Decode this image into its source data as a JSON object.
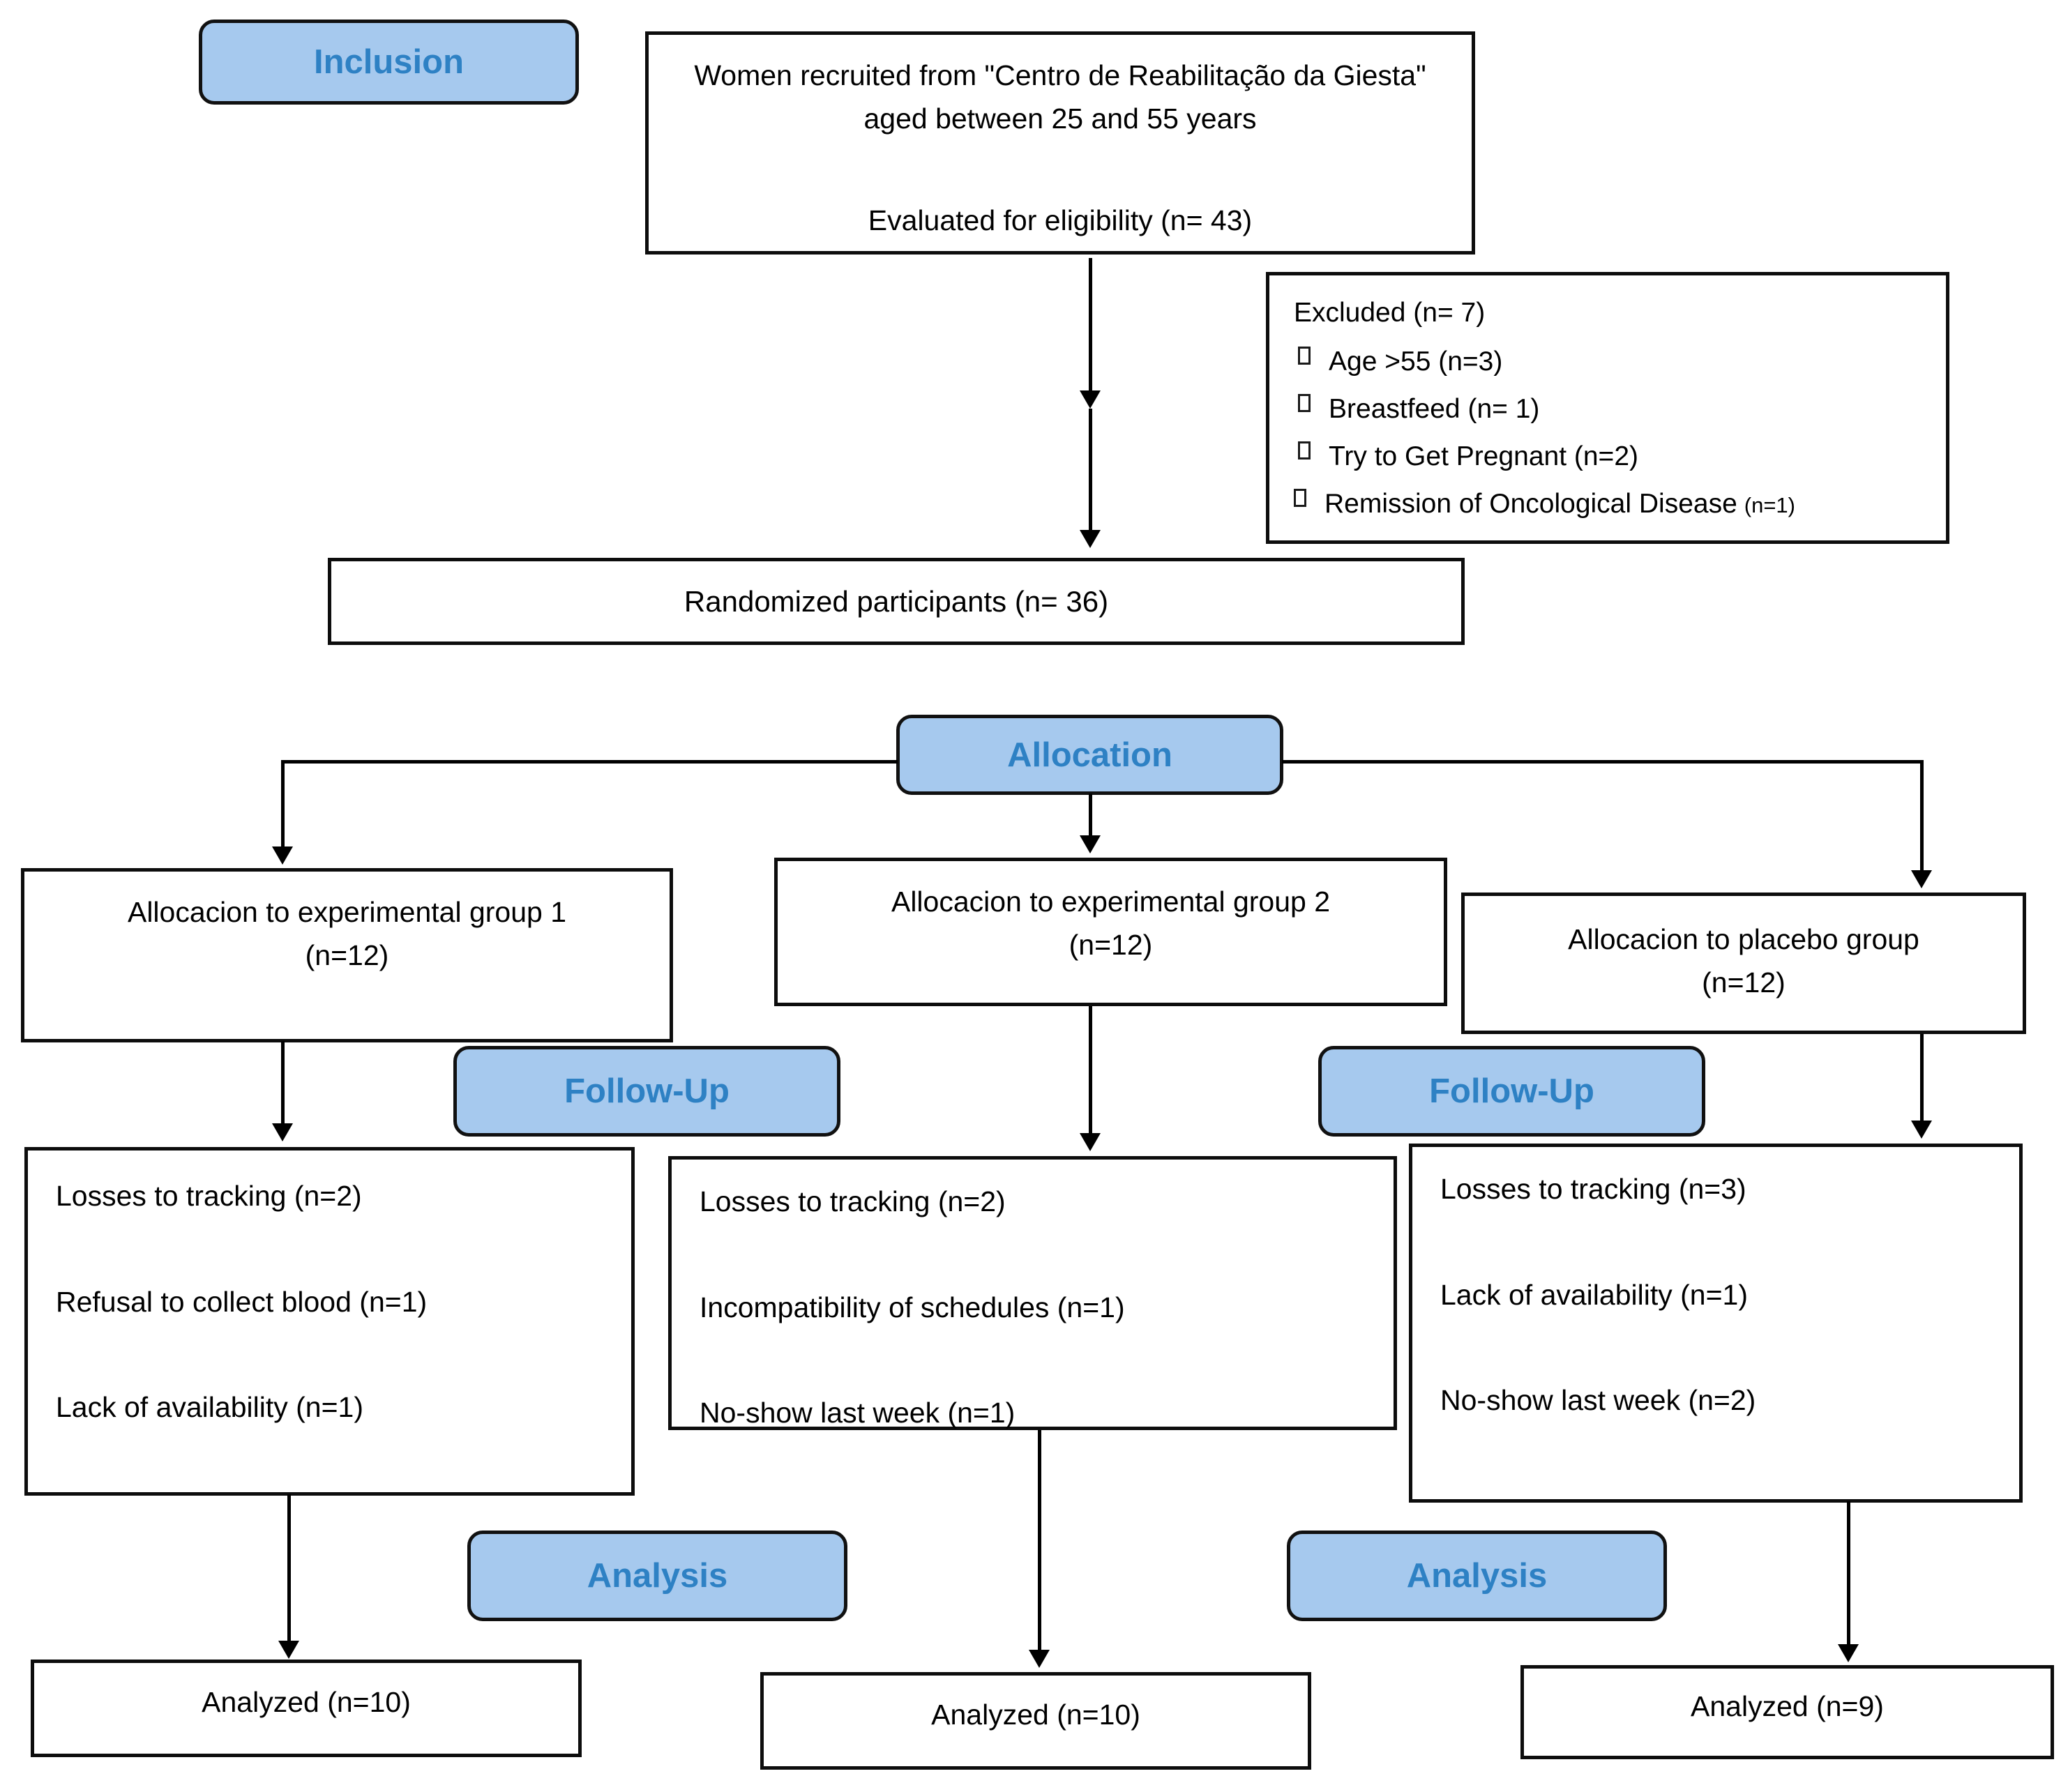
{
  "colors": {
    "stage_button_fill": "#a6c9ee",
    "stage_button_text": "#2e81c4",
    "box_border": "#000000",
    "background": "#ffffff"
  },
  "stage_labels": {
    "inclusion": "Inclusion",
    "allocation": "Allocation",
    "follow_up": "Follow-Up",
    "analysis": "Analysis"
  },
  "eligibility": {
    "line1": "Women recruited from \"Centro de Reabilitação da Giesta\" aged between 25 and 55 years",
    "line2": "Evaluated for eligibility (n= 43)"
  },
  "excluded": {
    "title": "Excluded (n= 7)",
    "items": [
      {
        "text": "Age >55 (n=3)",
        "suffix": ""
      },
      {
        "text": "Breastfeed (n= 1)",
        "suffix": ""
      },
      {
        "text": "Try to Get Pregnant (n=2)",
        "suffix": ""
      },
      {
        "text": "Remission of Oncological Disease",
        "suffix": "(n=1)"
      }
    ]
  },
  "randomized": {
    "text": "Randomized participants (n= 36)"
  },
  "allocation_groups": {
    "group1": {
      "line1": "Allocacion to experimental group 1",
      "line2": "(n=12)"
    },
    "group2": {
      "line1": "Allocacion to experimental group 2",
      "line2": "(n=12)"
    },
    "placebo": {
      "line1": "Allocacion to placebo group",
      "line2": "(n=12)"
    }
  },
  "follow_up_losses": {
    "group1": {
      "items": [
        "Losses to tracking (n=2)",
        "Refusal to collect blood (n=1)",
        "Lack of availability (n=1)"
      ]
    },
    "group2": {
      "items": [
        "Losses to tracking (n=2)",
        "Incompatibility of schedules (n=1)",
        "No-show last week (n=1)"
      ]
    },
    "placebo": {
      "items": [
        "Losses to tracking (n=3)",
        "Lack of availability (n=1)",
        "No-show last week (n=2)"
      ]
    }
  },
  "analysis_results": {
    "group1": {
      "text": "Analyzed (n=10)"
    },
    "group2": {
      "text": "Analyzed (n=10)"
    },
    "placebo": {
      "text": "Analyzed (n=9)"
    }
  }
}
